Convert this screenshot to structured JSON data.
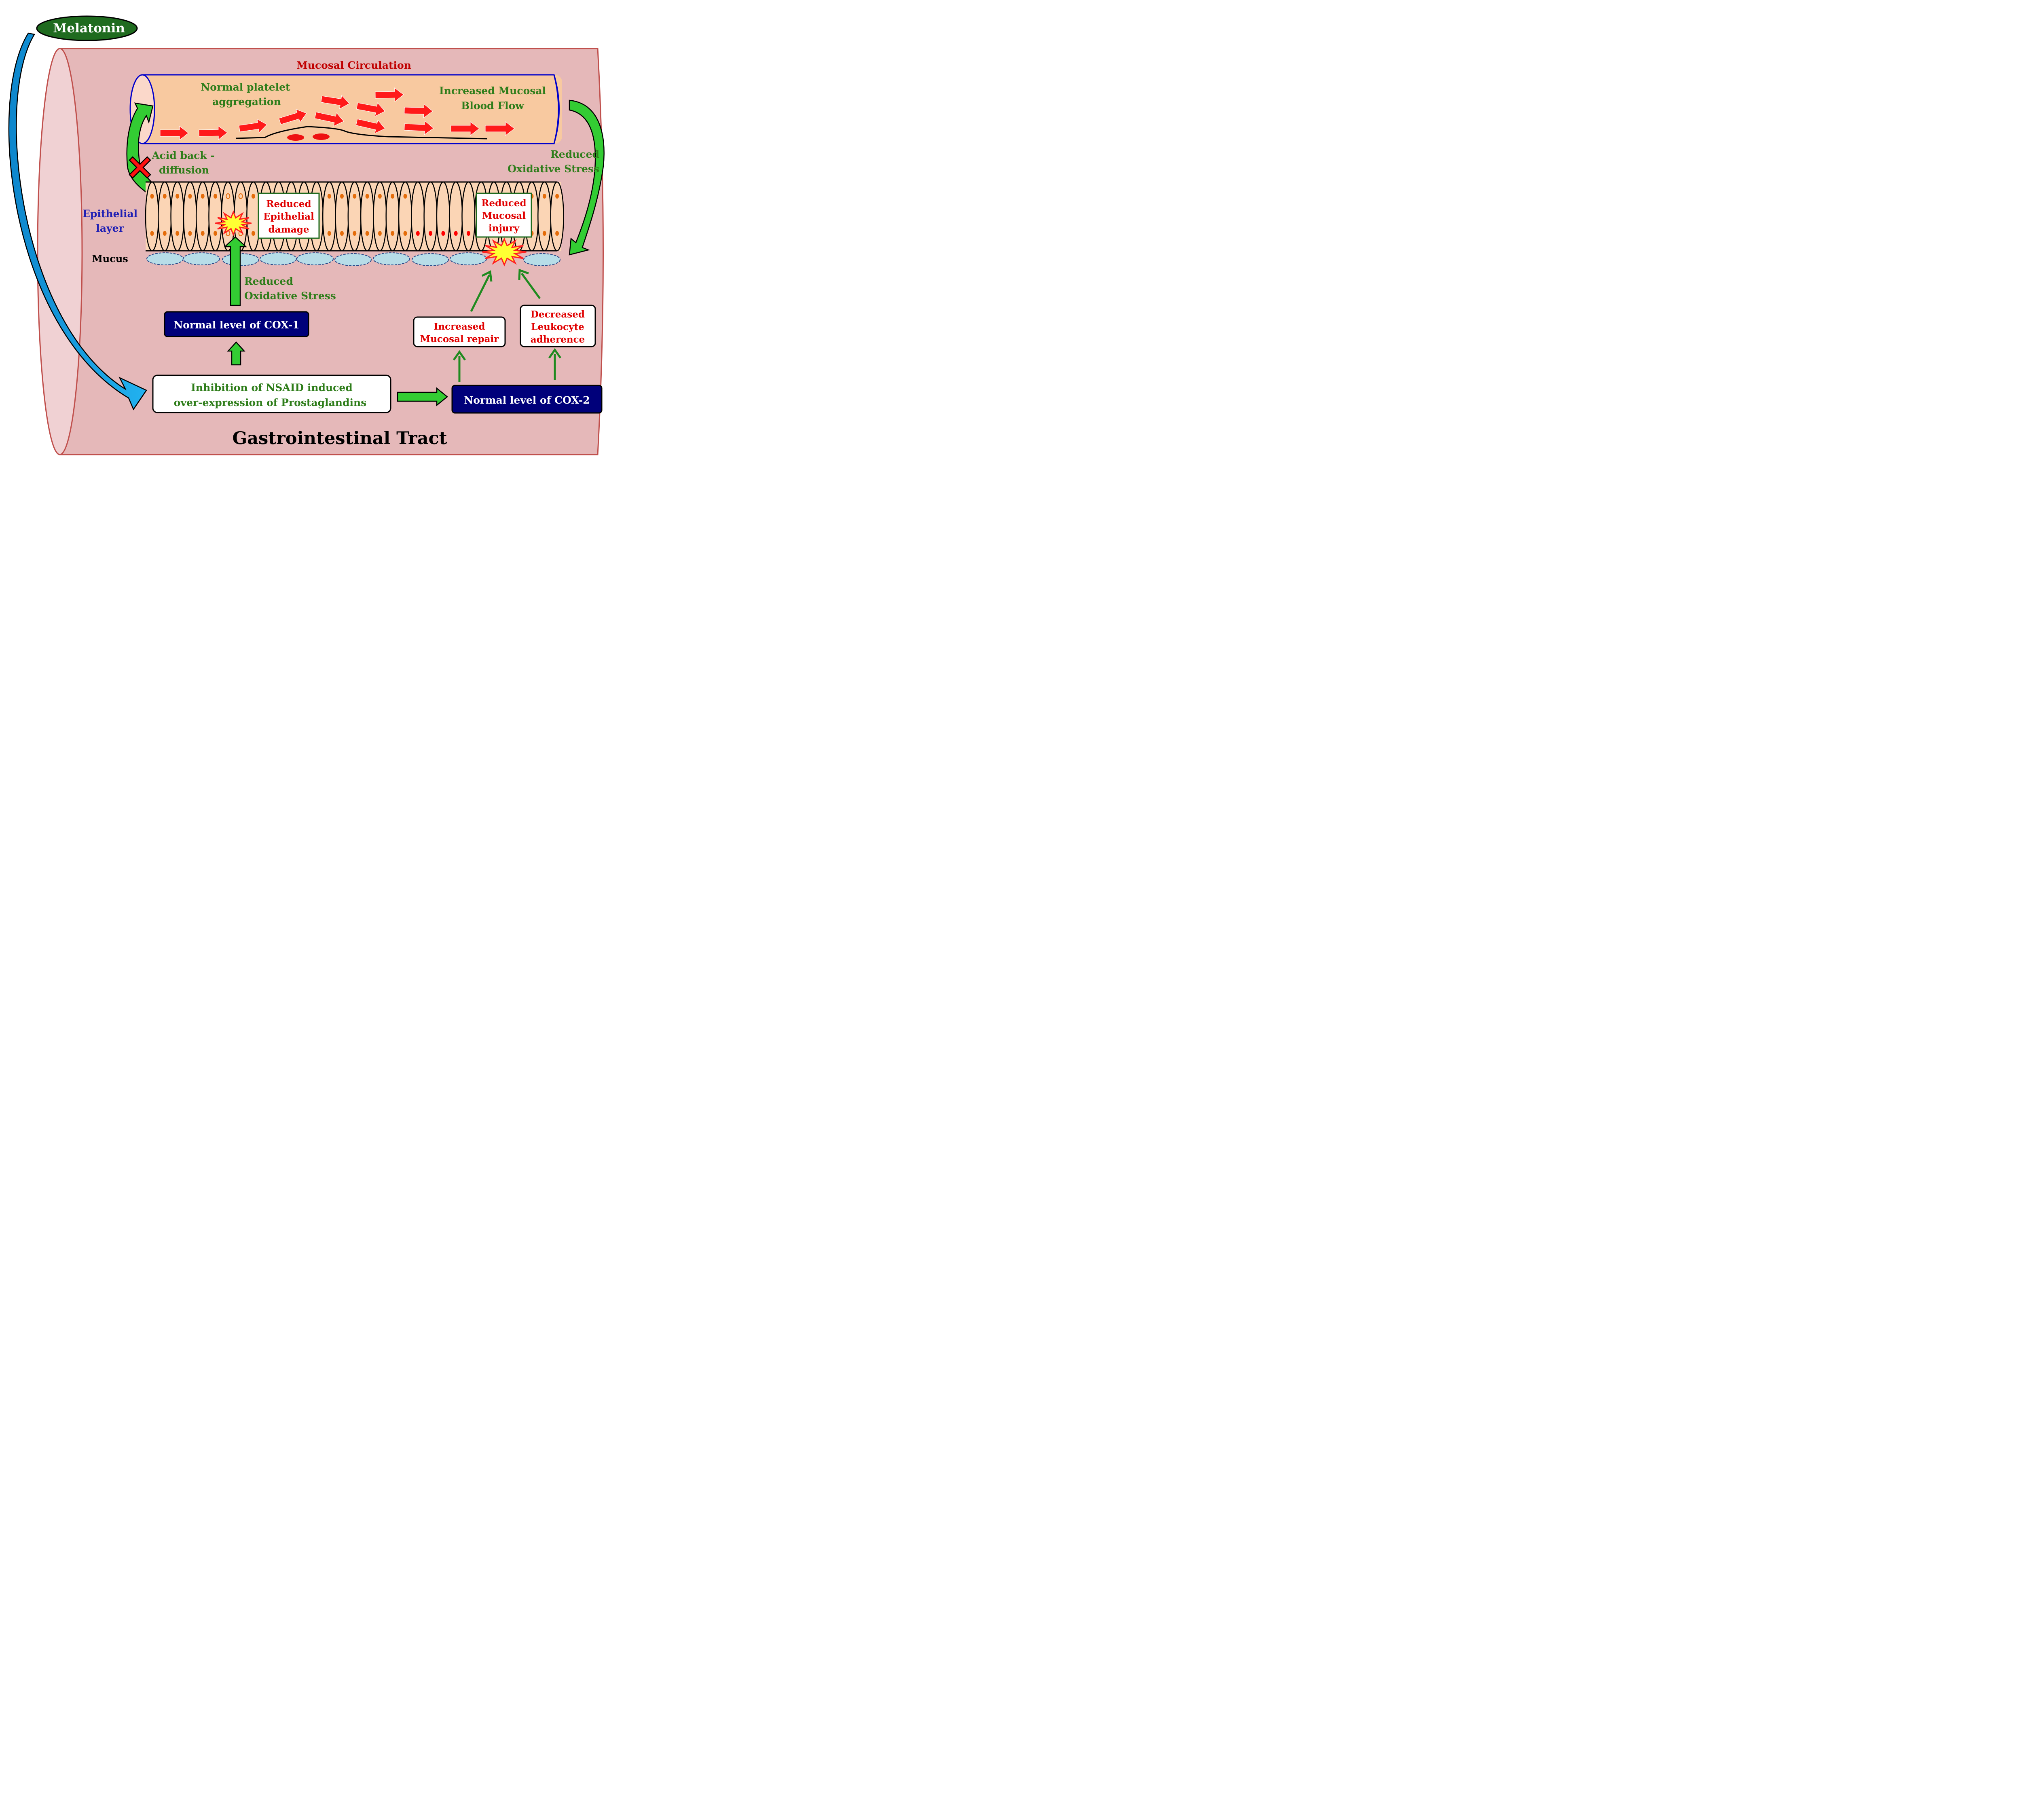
{
  "title": "Gastrointestinal Tract",
  "melatonin": "Melatonin",
  "circulation": {
    "title": "Mucosal Circulation",
    "platelet": [
      "Normal platelet",
      "aggregation"
    ],
    "blood_flow": [
      "Increased Mucosal",
      "Blood Flow"
    ]
  },
  "acid": [
    "Acid back -",
    "diffusion"
  ],
  "oxidative_right": [
    "Reduced",
    "Oxidative Stress"
  ],
  "oxidative_mid": [
    "Reduced",
    "Oxidative Stress"
  ],
  "epithelial": [
    "Epithelial",
    "layer"
  ],
  "mucus": "Mucus",
  "epithelial_damage": [
    "Reduced",
    "Epithelial",
    "damage"
  ],
  "mucosal_injury": [
    "Reduced",
    "Mucosal",
    "injury"
  ],
  "cox1": "Normal level of COX-1",
  "cox2": "Normal level  of COX-2",
  "nsaid": [
    "Inhibition of  NSAID induced",
    "over-expression of Prostaglandins"
  ],
  "mucosal_repair": [
    "Increased",
    "Mucosal repair"
  ],
  "leukocyte": [
    "Decreased",
    "Leukocyte",
    "adherence"
  ],
  "colors": {
    "tract_fill": "#e5b8b9",
    "tract_edge": "#c0504d",
    "vessel_fill": "#f8c9a0",
    "vessel_edge": "#0000cc",
    "cell_fill": "#fbd5b5",
    "nucleus": "#e46c0a",
    "mucus_fill": "#b7dde8",
    "green_text": "#2e7d1a",
    "red_text": "#e00000",
    "dark_red_text": "#c00000",
    "blue_text": "#1f1fb4",
    "cox_fill": "#00007a",
    "melatonin_fill": "#1f6b1f",
    "arrow_green": "#33cc33",
    "arrow_blue": "#1aa3e8"
  }
}
